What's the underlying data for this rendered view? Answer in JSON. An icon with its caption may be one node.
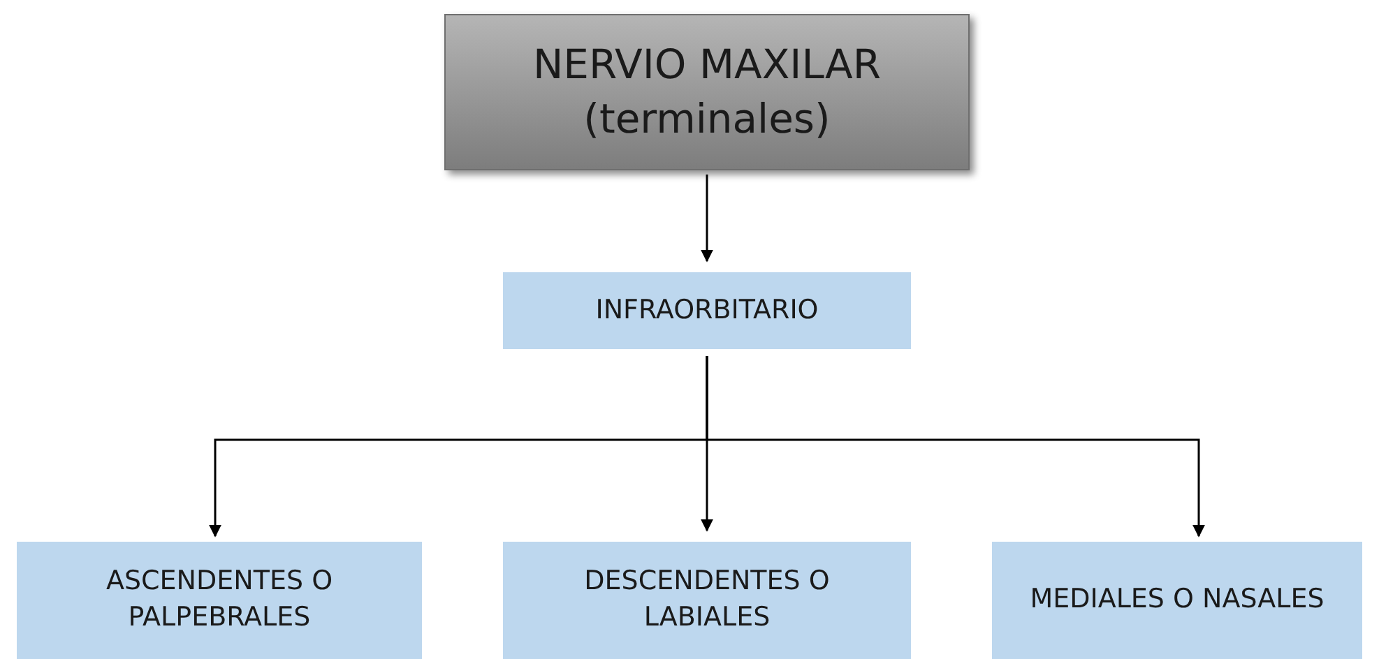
{
  "diagram": {
    "nodes": [
      {
        "text": [
          "NERVIO MAXILAR (terminales)"
        ]
      },
      {
        "text": [
          "INFRAORBITARIO"
        ]
      },
      {
        "text": [
          "ASCENDENTES O PALPEBRALES"
        ]
      },
      {
        "text": [
          "DESCENDENTES O LABIALES"
        ]
      },
      {
        "text": [
          "MEDIALES O NASALES"
        ]
      }
    ],
    "edges": [
      {
        "from": 0,
        "to": 1,
        "arrow": "to"
      },
      {
        "from": 1,
        "to": 2,
        "arrow": "to"
      },
      {
        "from": 1,
        "to": 3,
        "arrow": "to"
      },
      {
        "from": 1,
        "to": 4,
        "arrow": "to"
      }
    ]
  }
}
